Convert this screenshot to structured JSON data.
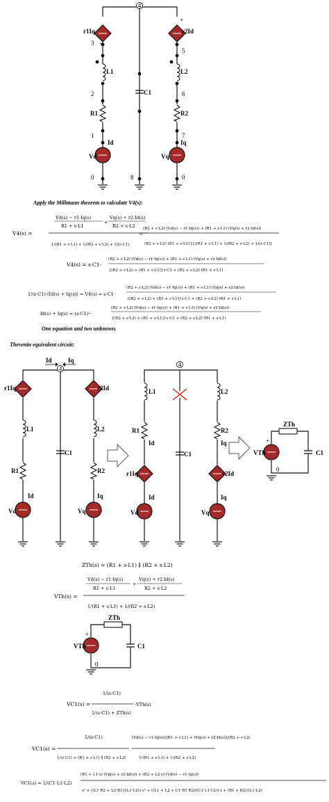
{
  "labels": {
    "node4": "4",
    "node3": "3",
    "node5": "5",
    "node2": "2",
    "node6": "6",
    "node1": "1",
    "node7": "7",
    "node8": "8",
    "node0": "0",
    "r1Iq": "r1Iq",
    "r2Id": "r2Id",
    "L1": "L1",
    "L2": "L2",
    "C1": "C1",
    "R1": "R1",
    "R2": "R2",
    "Id": "Id",
    "Iq": "Iq",
    "Vd": "Vd",
    "Vq": "Vq",
    "ZTh": "ZTh",
    "VTh": "VTh",
    "plus": "+"
  },
  "text": {
    "millmann_heading": "Apply the Millmann theorem to calculate V4(s):",
    "one_eq": "One equation and two unknown.",
    "thevenin_heading": "Thevenin equivalent circuit:"
  },
  "equations": {
    "v4_lhs": "V4(s) =",
    "v4_n1": "Vd(s) − r1·Iq(s)",
    "v4_d1": "R1 + s·L1",
    "v4_n2": "Vq(s) + r2·Id(s)",
    "v4_d2": "R2 + s·L2",
    "v4_den": "1/(R1 + s·L1) + 1/(R2 + s·L2) + 1/(s·C1)",
    "v4_rhs_num": "(R2 + s·L2)·(Vd(s) − r1·Iq(s)) + (R1 + s·L1)·(Vq(s) + r2·Id(s))",
    "v4_rhs_den": "(R2 + s·L2)·(R1 + s·L1)·[1/(R1 + s·L1) + 1/(R2 + s·L2) + 1/(s·C1)]",
    "v4_b_lhs": "V4(s) = s·C1·",
    "v4_b_num": "(R2 + s·L2)·(Vd(s) − r1·Iq(s)) + (R1 + s·L1)·(Vq(s) + r2·Id(s))",
    "v4_b_den": "[(R2 + s·L2) + (R1 + s·L1)]·s·C1 + (R2 + s·L2)·(R1 + s·L1)",
    "v4_c_lhs": "1/(s·C1)·(Id(s) + Iq(s)) = V4(s) = s·C1·",
    "v4_c_num": "(R2 + s·L2)·(Vd(s) − r1·Iq(s)) + (R1 + s·L1)·(Vq(s) + r2·Id(s))",
    "v4_c_den": "[(R2 + s·L2) + (R1 + s·L1)]·s·C1 + (R2 + s·L2)·(R1 + s·L1)",
    "v4_d_lhs": "Id(s) + Iq(s) = (s·C1)²·",
    "v4_d_num": "(R2 + s·L2)·(Vd(s) − r1·Iq(s)) + (R1 + s·L1)·(Vq(s) + r2·Id(s))",
    "v4_d_den": "[(R2 + s·L2) + (R1 + s·L1)]·s·C1 + (R2 + s·L2)·(R1 + s·L1)",
    "zth": "ZTh(s) = (R1 + s·L1) ∥ (R2 + s·L2)",
    "vth_lhs": "VTh(s) =",
    "vth_num1": "Vd(s) − r1·Iq(s)",
    "vth_den1": "R1 + s·L1",
    "vth_num2": "Vq(s) + r2·Id(s)",
    "vth_den2": "R2 + s·L2",
    "vth_den": "1/(R1 + s·L1) + 1/(R2 + s·L2)",
    "vc1_a_lhs": "VC1(s) =",
    "vc1_a_num": "1/(s·C1)",
    "vc1_a_den": "1/(s·C1) + ZTh(s)",
    "vc1_a_tail": "·VTh(s)",
    "vc1_b_lhs": "VC1(s) =",
    "vc1_b_num": "1/(s·C1)",
    "vc1_b_den": "1/(s·C1) + (R1 + s·L1) ∥ (R2 + s·L2)",
    "vc1_b_num2": "(Vd(s) − r1·Iq(s))/(R1 + s·L1) + (Vq(s) + r2·Id(s))/(R2 + s·L2)",
    "vc1_b_den2": "1/(R1 + s·L1) + 1/(R2 + s·L2)",
    "vc1_c_lhs": "VC1(s) = 1/(C1·L1·L2)",
    "vc1_c_num": "(R1 + L1·s)·(Vq(s) + r2·Id(s)) + (R2 + L2·s)·(Vd(s) − r1·Iq(s))",
    "vc1_c_den": "s³ + ((L1·R2 + L2·R1)/(L1·L2))·s² + ((L1 + L2 + C1·R1·R2)/(C1·L1·L2))·s + (R1 + R2)/(L1·L2)"
  },
  "colors": {
    "source_fill": "#a52a2a",
    "wire": "#111111",
    "cross": "#e03a1e",
    "arrow_fill": "#ffffff"
  }
}
